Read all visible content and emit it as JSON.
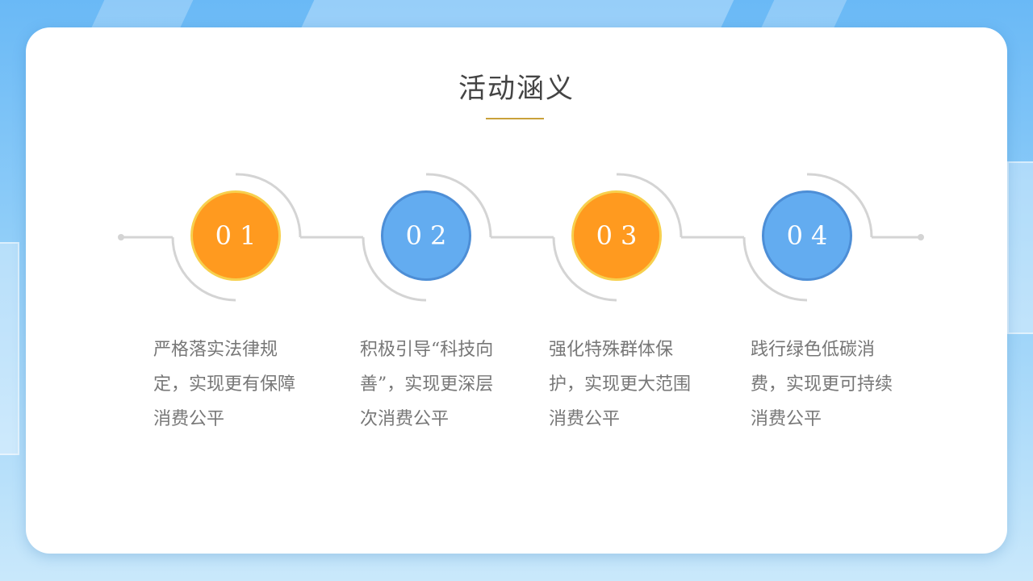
{
  "slide": {
    "title": "活动涵义"
  },
  "steps": [
    {
      "number": "01",
      "text": "严格落实法律规定，实现更有保障消费公平",
      "color": "orange"
    },
    {
      "number": "02",
      "text": "积极引导“科技向善”，实现更深层次消费公平",
      "color": "blue"
    },
    {
      "number": "03",
      "text": "强化特殊群体保护，实现更大范围消费公平",
      "color": "orange"
    },
    {
      "number": "04",
      "text": "践行绿色低碳消费，实现更可持续消费公平",
      "color": "blue"
    }
  ],
  "colors": {
    "orange": "#ff9a1f",
    "blue": "#63acf0",
    "accent_line": "#c9a13a"
  }
}
